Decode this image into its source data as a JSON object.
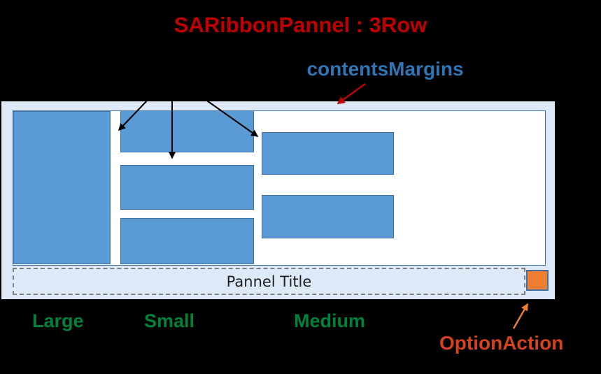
{
  "diagram": {
    "title": "SARibbonPannel : 3Row",
    "title_color": "#C00000",
    "margins_label": "contentsMargins",
    "margins_color": "#2E75B6",
    "margins_arrow_color": "#C00000"
  },
  "pannel": {
    "title_text": "Pannel Title",
    "background_color": "#DEE9F7",
    "content_background": "#FFFFFF",
    "content_border_color": "#3A6FA8",
    "item_fill_color": "#5B9BD5",
    "item_border_color": "#41729F",
    "title_border_style": "dashed",
    "title_border_color": "#808080",
    "option_action": {
      "fill_color": "#ED7D31",
      "border_color": "#41729F"
    },
    "columns": {
      "large": {
        "label": "Large",
        "rows": 1
      },
      "small": {
        "label": "Small",
        "rows": 3
      },
      "medium": {
        "label": "Medium",
        "rows": 2
      }
    }
  },
  "labels": {
    "large": "Large",
    "small": "Small",
    "medium": "Medium",
    "option_action": "OptionAction",
    "green_color": "#00823B",
    "option_action_color": "#D6421F",
    "option_action_arrow_color": "#ED7D31"
  },
  "annotations": {
    "row_pointer_arrow_color": "#000000",
    "row_pointer_count": 3
  }
}
